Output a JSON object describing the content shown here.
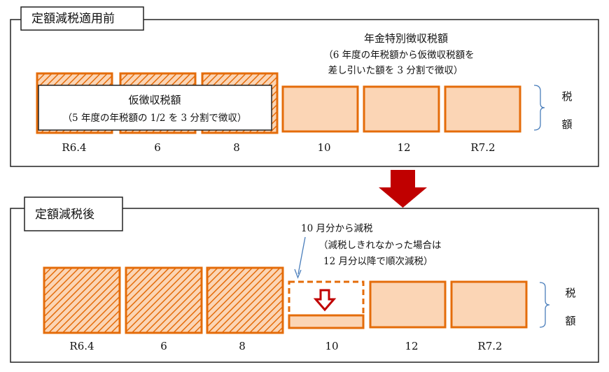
{
  "colors": {
    "orange": "#e46c0a",
    "fill": "#fbd5b5",
    "red": "#c00000",
    "blue": "#4a7ebb"
  },
  "before": {
    "title": "定額減税適用前",
    "special_label": [
      "年金特別徴収税額",
      "（6 年度の年税額から仮徴収税額を",
      "差し引いた額を 3 分割で徴収）"
    ],
    "provisional_label": [
      "仮徴収税額",
      "（5 年度の年税額の 1/2 を 3 分割で徴収）"
    ],
    "months": [
      "R6.4",
      "6",
      "8",
      "10",
      "12",
      "R7.2"
    ],
    "axis_label": [
      "税",
      "額"
    ]
  },
  "after": {
    "title": "定額減税後",
    "note": [
      "10 月分から減税",
      "（減税しきれなかった場合は",
      "12 月分以降で順次減税）"
    ],
    "months": [
      "R6.4",
      "6",
      "8",
      "10",
      "12",
      "R7.2"
    ],
    "axis_label": [
      "税",
      "額"
    ]
  }
}
